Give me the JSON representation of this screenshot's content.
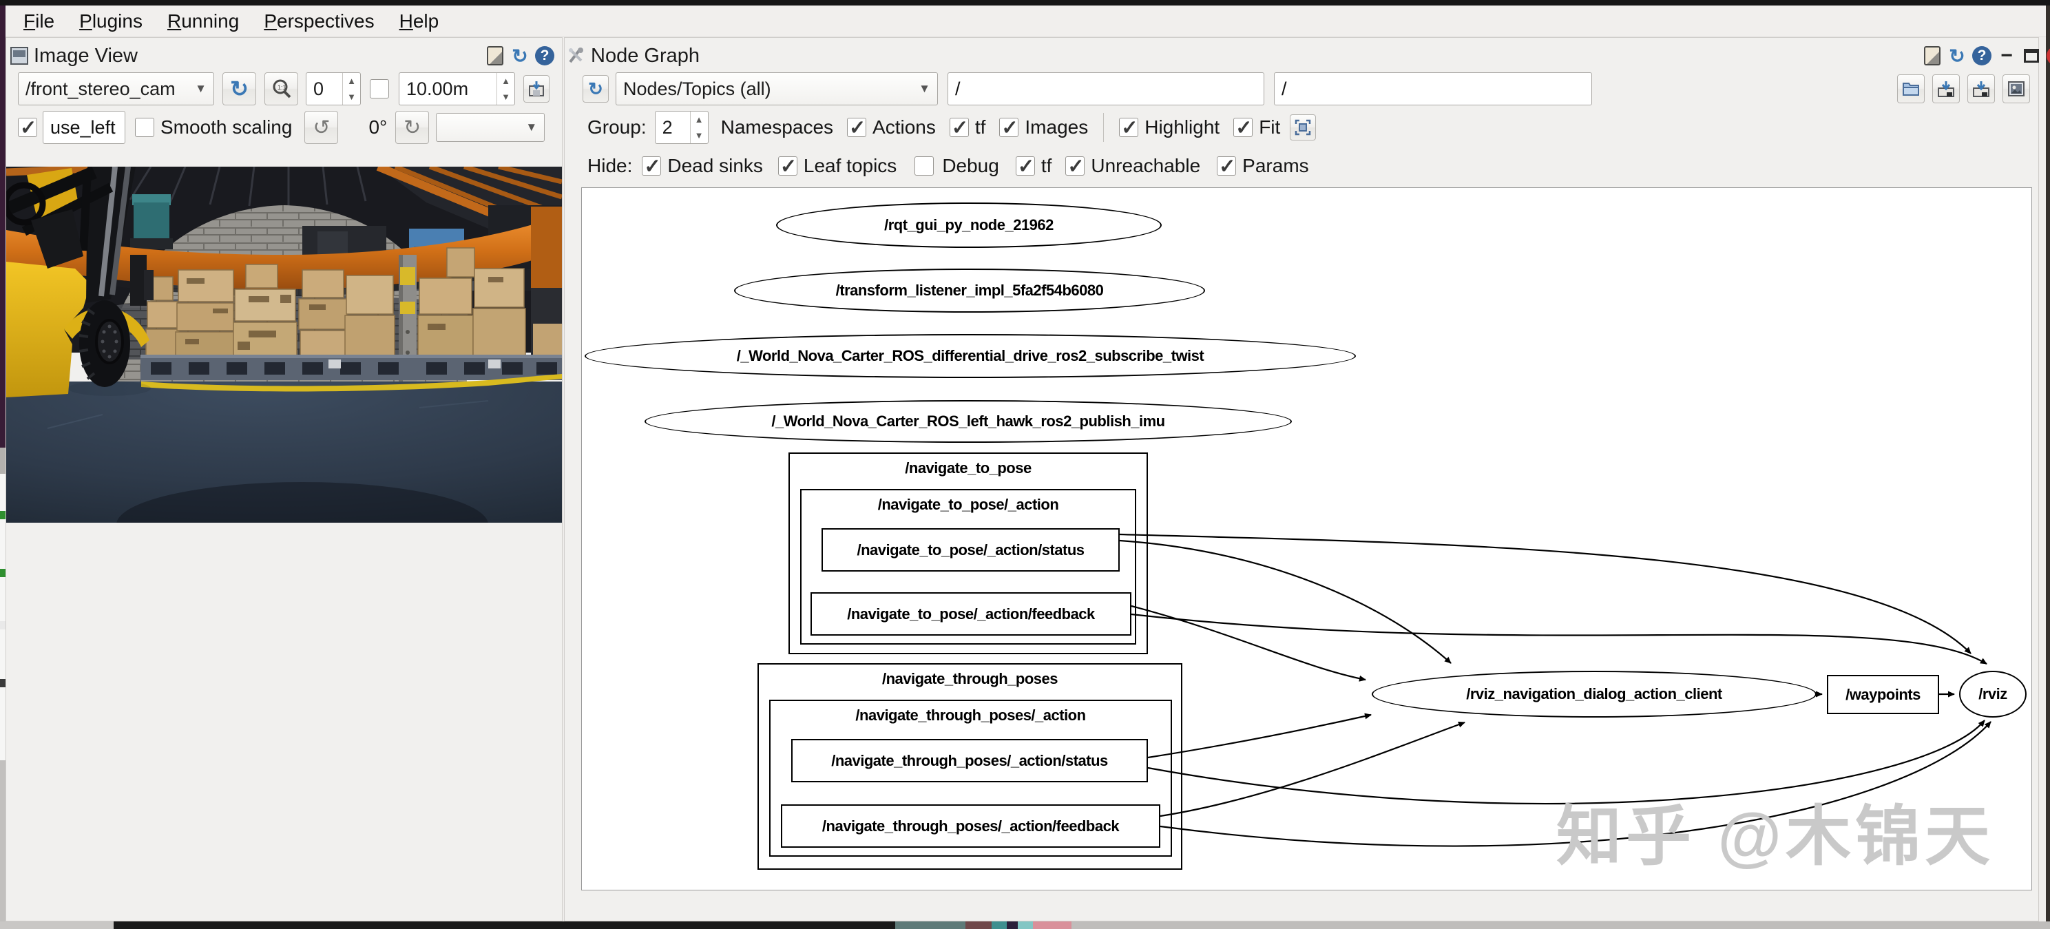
{
  "menu": {
    "items": [
      {
        "label": "File"
      },
      {
        "label": "Plugins"
      },
      {
        "label": "Running"
      },
      {
        "label": "Perspectives"
      },
      {
        "label": "Help"
      }
    ]
  },
  "image_view": {
    "title": "Image View",
    "toolbar": {
      "topic_value": "/front_stereo_cam",
      "zoom_value": "0",
      "depth_checked": false,
      "depth_value": "10.00m",
      "use_left_checked": true,
      "use_left_label": "use_left",
      "smooth_checked": false,
      "smooth_label": "Smooth scaling",
      "angle_label": "0°",
      "publish_combo_value": ""
    }
  },
  "node_graph": {
    "title": "Node Graph",
    "toolbar": {
      "view_combo": "Nodes/Topics (all)",
      "filter_input_1": "/",
      "filter_input_2": "/",
      "group_label": "Group:",
      "group_value": "2",
      "namespaces_label": "Namespaces",
      "options": [
        {
          "label": "Actions",
          "checked": true
        },
        {
          "label": "tf",
          "checked": true
        },
        {
          "label": "Images",
          "checked": true
        },
        {
          "label": "Highlight",
          "checked": true
        },
        {
          "label": "Fit",
          "checked": true
        }
      ],
      "hide_label": "Hide:",
      "hide_options": [
        {
          "label": "Dead sinks",
          "checked": true
        },
        {
          "label": "Leaf topics",
          "checked": true
        },
        {
          "label": "Debug",
          "checked": false
        },
        {
          "label": "tf",
          "checked": true
        },
        {
          "label": "Unreachable",
          "checked": true
        },
        {
          "label": "Params",
          "checked": true
        }
      ]
    },
    "graph": {
      "nodes": {
        "rqt_gui": "/rqt_gui_py_node_21962",
        "transform_listener": "/transform_listener_impl_5fa2f54b6080",
        "diff_drive": "/_World_Nova_Carter_ROS_differential_drive_ros2_subscribe_twist",
        "left_hawk": "/_World_Nova_Carter_ROS_left_hawk_ros2_publish_imu",
        "nav_to_pose": "/navigate_to_pose",
        "nav_to_pose_action": "/navigate_to_pose/_action",
        "nav_to_pose_status": "/navigate_to_pose/_action/status",
        "nav_to_pose_feedback": "/navigate_to_pose/_action/feedback",
        "nav_through": "/navigate_through_poses",
        "nav_through_action": "/navigate_through_poses/_action",
        "nav_through_status": "/navigate_through_poses/_action/status",
        "nav_through_feedback": "/navigate_through_poses/_action/feedback",
        "client": "/rviz_navigation_dialog_action_client",
        "waypoints": "/waypoints",
        "rviz": "/rviz"
      },
      "edges": [
        [
          "/navigate_to_pose/_action/status",
          "/rviz_navigation_dialog_action_client"
        ],
        [
          "/navigate_to_pose/_action/status",
          "/rviz"
        ],
        [
          "/navigate_to_pose/_action/feedback",
          "/rviz_navigation_dialog_action_client"
        ],
        [
          "/navigate_to_pose/_action/feedback",
          "/rviz"
        ],
        [
          "/navigate_through_poses/_action/status",
          "/rviz_navigation_dialog_action_client"
        ],
        [
          "/navigate_through_poses/_action/status",
          "/rviz"
        ],
        [
          "/navigate_through_poses/_action/feedback",
          "/rviz_navigation_dialog_action_client"
        ],
        [
          "/navigate_through_poses/_action/feedback",
          "/rviz"
        ],
        [
          "/rviz_navigation_dialog_action_client",
          "/waypoints"
        ],
        [
          "/waypoints",
          "/rviz"
        ]
      ]
    }
  },
  "watermark": "知乎 @木锦天",
  "colors": {
    "accent_orange": "#d06f17",
    "forklift_yellow": "#e3ae17",
    "floor_blue": "#2e3a4a",
    "close_red": "#cc3333",
    "refresh_blue": "#3a78b5"
  }
}
